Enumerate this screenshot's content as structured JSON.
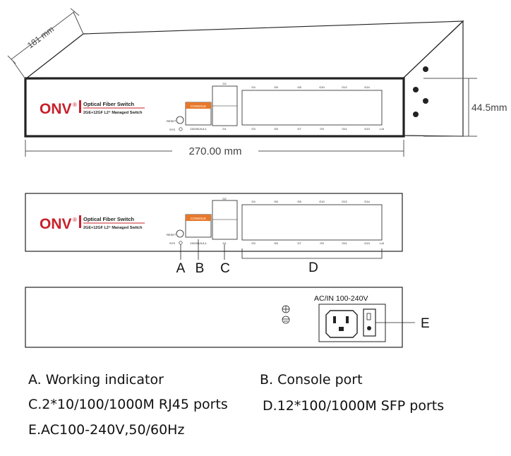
{
  "dimensions": {
    "depth": "181 mm",
    "height": "44.5mm",
    "width": "270.00 mm"
  },
  "brand": {
    "logo": "ONV",
    "registered_mark": "®",
    "product_name": "Optical Fiber Switch",
    "model_line": "2GE+12GF L2⁺ Managed Switch"
  },
  "front_panel": {
    "reset_label": "RESET",
    "sys_label": "SYS",
    "console_label": "CONSOLE",
    "console_baud": "115200,N,8,1",
    "rj45_top": [
      "G2"
    ],
    "rj45_bottom": [
      "G1"
    ],
    "sfp_top": [
      "G4",
      "G6",
      "G8",
      "G10",
      "G12",
      "G14"
    ],
    "sfp_bottom": [
      "G3",
      "G5",
      "G7",
      "G9",
      "G11",
      "G13"
    ],
    "link_label": "L/A"
  },
  "callouts": {
    "a": "A",
    "b": "B",
    "c": "C",
    "d": "D",
    "e": "E"
  },
  "rear_panel": {
    "power_label": "AC/IN 100-240V"
  },
  "legend": {
    "a": "A. Working indicator",
    "b": "B. Console port",
    "c": "C.2*10/100/1000M RJ45 ports",
    "d": "D.12*100/1000M SFP ports",
    "e": "E.AC100-240V,50/60Hz"
  },
  "colors": {
    "logo_red": "#c8202a",
    "console_orange": "#e8782a",
    "line": "#222222",
    "dim_line": "#555555"
  }
}
